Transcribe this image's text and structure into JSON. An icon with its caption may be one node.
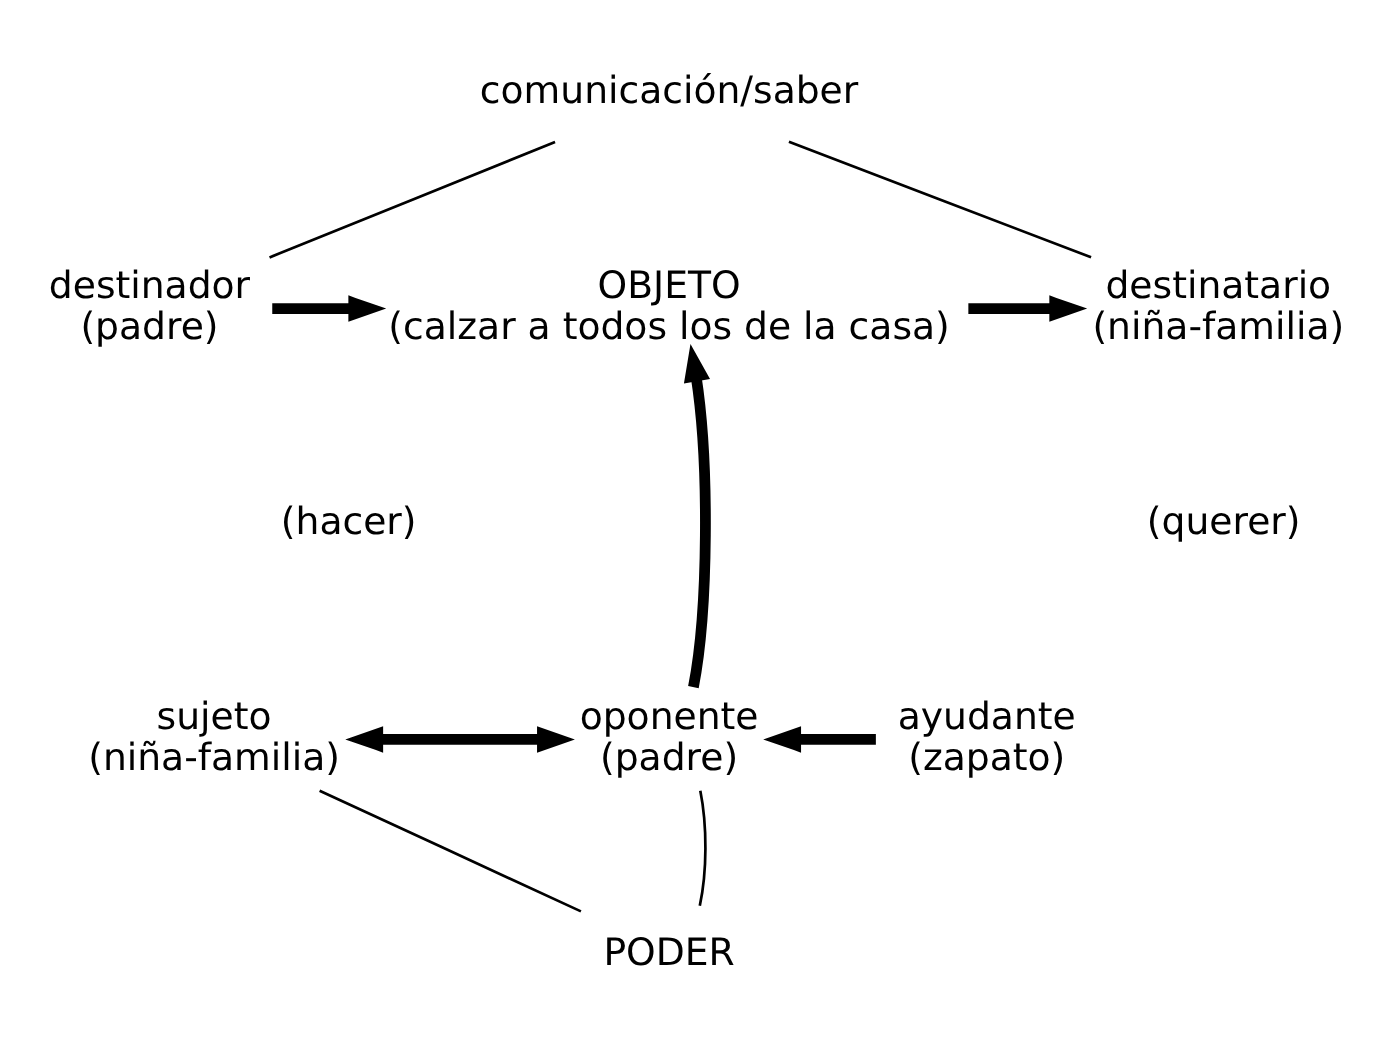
{
  "diagram": {
    "nodes": [
      {
        "text": [
          "comunicación/saber"
        ]
      },
      {
        "text": [
          "destinador",
          "(padre)"
        ]
      },
      {
        "text": [
          "OBJETO",
          "(calzar a todos los de la casa)"
        ]
      },
      {
        "text": [
          "destinatario",
          "(niña-familia)"
        ]
      },
      {
        "text": [
          "sujeto",
          "(niña-familia)"
        ]
      },
      {
        "text": [
          "oponente",
          "(padre)"
        ]
      },
      {
        "text": [
          "ayudante",
          "(zapato)"
        ]
      },
      {
        "text": [
          "PODER"
        ]
      }
    ],
    "edges": [
      {
        "from": 0,
        "to": 1,
        "arrow": "none"
      },
      {
        "from": 0,
        "to": 3,
        "arrow": "none"
      },
      {
        "from": 1,
        "to": 2,
        "arrow": "to"
      },
      {
        "from": 2,
        "to": 3,
        "arrow": "to"
      },
      {
        "from": 5,
        "to": 2,
        "arrow": "to"
      },
      {
        "from": 4,
        "to": 5,
        "arrow": "both"
      },
      {
        "from": 6,
        "to": 5,
        "arrow": "to"
      },
      {
        "from": 4,
        "to": 7,
        "arrow": "none"
      },
      {
        "from": 5,
        "to": 7,
        "arrow": "none"
      }
    ],
    "labels": [
      "(hacer)",
      "(querer)"
    ]
  }
}
